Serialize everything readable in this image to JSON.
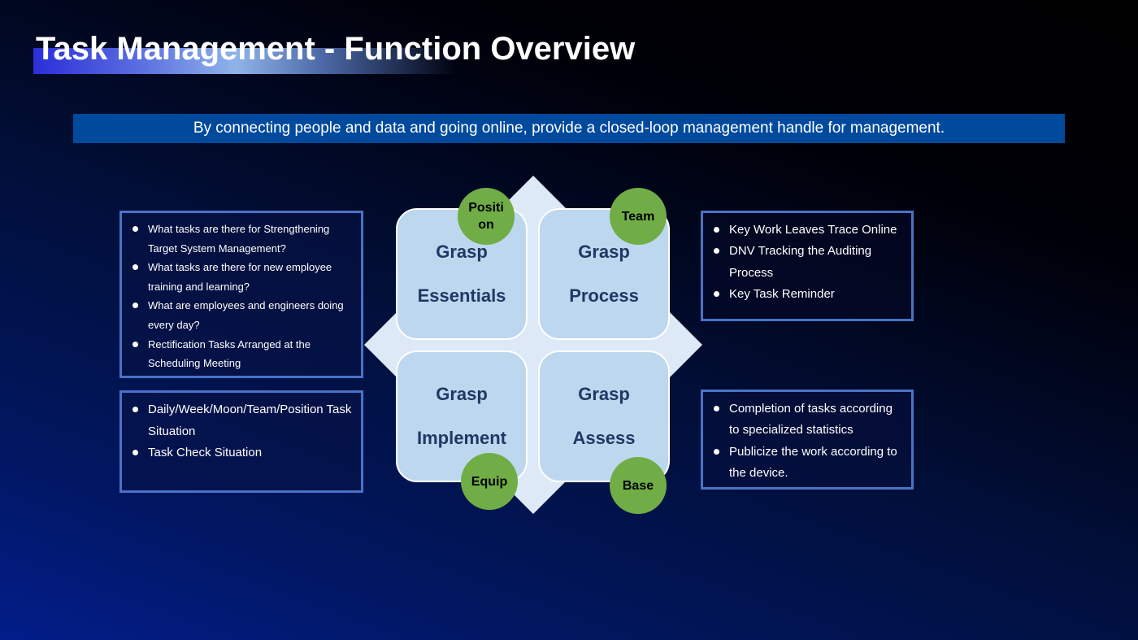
{
  "header": {
    "title": "Task Management - Function Overview"
  },
  "banner": {
    "text": "By connecting people and data and going online, provide a closed-loop management handle for management."
  },
  "diagram": {
    "quadrants": [
      {
        "line1": "Grasp",
        "line2": "Essentials",
        "badge": "Positi on"
      },
      {
        "line1": "Grasp",
        "line2": "Process",
        "badge": "Team"
      },
      {
        "line1": "Grasp",
        "line2": "Implement",
        "badge": "Equip"
      },
      {
        "line1": "Grasp",
        "line2": "Assess",
        "badge": "Base"
      }
    ]
  },
  "info_boxes": {
    "top_left": {
      "items": [
        "What tasks are there for Strengthening Target System Management?",
        "What tasks are there for new employee training and learning?",
        "What are employees and engineers doing every day?",
        "Rectification Tasks Arranged at the Scheduling Meeting"
      ]
    },
    "bottom_left": {
      "items": [
        "Daily/Week/Moon/Team/Position Task Situation",
        "Task Check Situation"
      ]
    },
    "top_right": {
      "items": [
        "Key Work Leaves Trace Online",
        "DNV Tracking the Auditing Process",
        "Key Task Reminder"
      ]
    },
    "bottom_right": {
      "items": [
        "Completion of tasks according to specialized statistics",
        "Publicize the work according to the device."
      ]
    }
  },
  "colors": {
    "banner_bg": "#004a9e",
    "box_border": "#4a72c6",
    "quad_fill": "#bdd7ee",
    "quad_text": "#1f3864",
    "badge_fill": "#70ad47",
    "diamond_fill": "#dde9f6"
  }
}
